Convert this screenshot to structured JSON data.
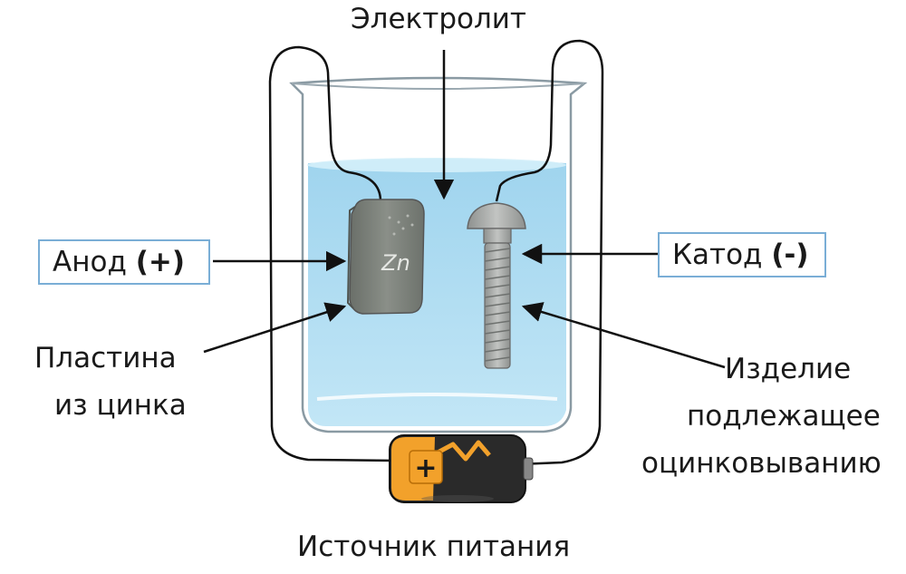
{
  "labels": {
    "electrolyte": "Электролит",
    "anode_text": "Анод",
    "anode_sign": "(+)",
    "cathode_text": "Катод",
    "cathode_sign": "(-)",
    "plate_line1": "Пластина",
    "plate_line2": "из цинка",
    "item_line1": "Изделие",
    "item_line2": "подлежащее",
    "item_line3": "оцинковыванию",
    "power_source": "Источник питания",
    "zinc_symbol": "Zn",
    "battery_plus": "+"
  },
  "colors": {
    "electrolyte": "#a9d9ef",
    "electrolyte_surface": "#d2eefa",
    "glass_edge": "#8a9aa3",
    "zinc": "#7c817b",
    "bolt": "#a7aaa8",
    "battery_body": "#2a2a2a",
    "battery_orange": "#f2a12b",
    "box_border": "#7aaed6"
  }
}
